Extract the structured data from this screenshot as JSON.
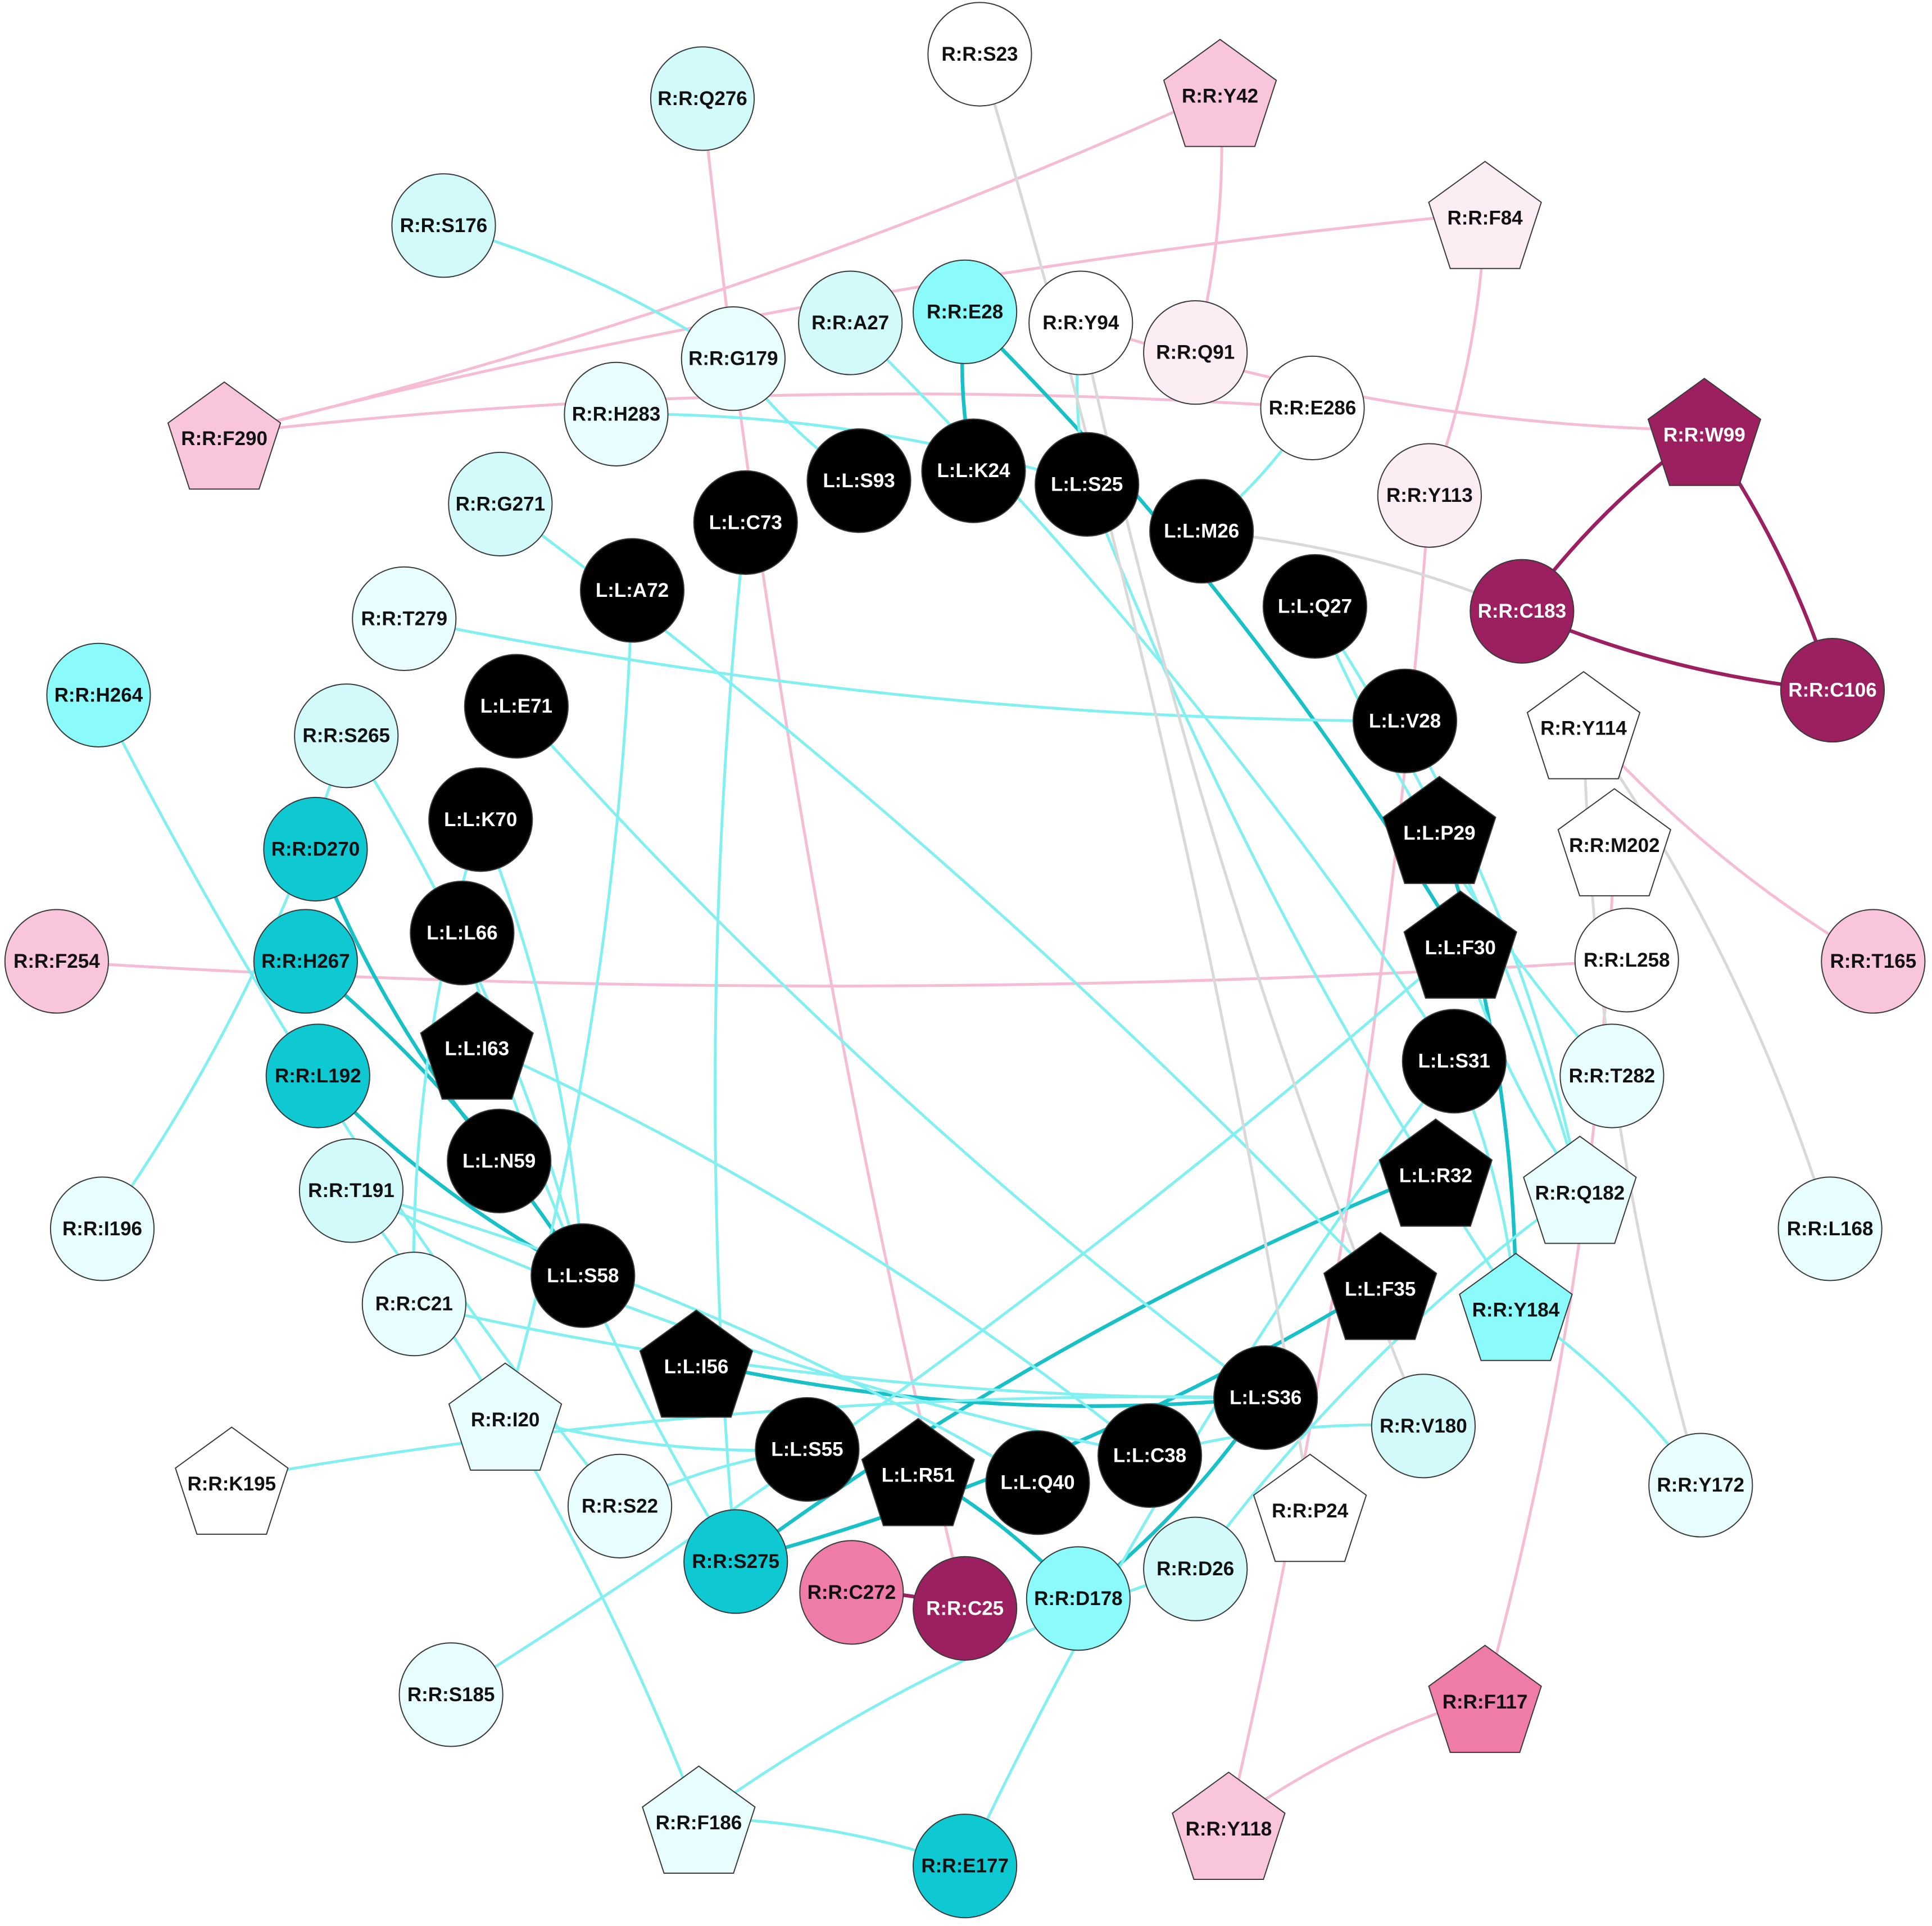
{
  "colors": {
    "ligand": "#000000",
    "white": "#ffffff",
    "cyan_pale": "#e8fdfd",
    "cyan_light": "#d2fafa",
    "cyan": "#8afafa",
    "teal": "#0ec8d2",
    "pink_pale": "#fcecf3",
    "pink_light": "#f9c5dc",
    "pink": "#ee7ba8",
    "magenta": "#9c2060",
    "edge_cyan": "#82f0f0",
    "edge_teal": "#18c0c8",
    "edge_pink": "#f5bcd4",
    "edge_magenta": "#9c2060",
    "edge_gray": "#d9d9d9"
  },
  "nodes": [
    {
      "id": "R:R:S23",
      "shape": "circle",
      "fill": "white"
    },
    {
      "id": "R:R:Y42",
      "shape": "pentagon",
      "fill": "pink_light"
    },
    {
      "id": "R:R:Q276",
      "shape": "circle",
      "fill": "cyan_light"
    },
    {
      "id": "R:R:S176",
      "shape": "circle",
      "fill": "cyan_light"
    },
    {
      "id": "R:R:F84",
      "shape": "pentagon",
      "fill": "pink_pale"
    },
    {
      "id": "R:R:A27",
      "shape": "circle",
      "fill": "cyan_light"
    },
    {
      "id": "R:R:E28",
      "shape": "circle",
      "fill": "cyan"
    },
    {
      "id": "R:R:Y94",
      "shape": "circle",
      "fill": "white"
    },
    {
      "id": "R:R:Q91",
      "shape": "circle",
      "fill": "pink_pale"
    },
    {
      "id": "R:R:G179",
      "shape": "circle",
      "fill": "cyan_pale"
    },
    {
      "id": "R:R:H283",
      "shape": "circle",
      "fill": "cyan_pale"
    },
    {
      "id": "R:R:E286",
      "shape": "circle",
      "fill": "white"
    },
    {
      "id": "R:R:F290",
      "shape": "pentagon",
      "fill": "pink_light"
    },
    {
      "id": "R:R:W99",
      "shape": "pentagon",
      "fill": "magenta"
    },
    {
      "id": "R:R:Y113",
      "shape": "circle",
      "fill": "pink_pale"
    },
    {
      "id": "R:R:G271",
      "shape": "circle",
      "fill": "cyan_light"
    },
    {
      "id": "R:R:C183",
      "shape": "circle",
      "fill": "magenta"
    },
    {
      "id": "R:R:C106",
      "shape": "circle",
      "fill": "magenta"
    },
    {
      "id": "R:R:T279",
      "shape": "circle",
      "fill": "cyan_pale"
    },
    {
      "id": "R:R:H264",
      "shape": "circle",
      "fill": "cyan"
    },
    {
      "id": "R:R:S265",
      "shape": "circle",
      "fill": "cyan_light"
    },
    {
      "id": "R:R:Y114",
      "shape": "pentagon",
      "fill": "white"
    },
    {
      "id": "R:R:M202",
      "shape": "pentagon",
      "fill": "white"
    },
    {
      "id": "R:R:D270",
      "shape": "circle",
      "fill": "teal"
    },
    {
      "id": "R:R:F254",
      "shape": "circle",
      "fill": "pink_light"
    },
    {
      "id": "R:R:H267",
      "shape": "circle",
      "fill": "teal"
    },
    {
      "id": "R:R:L258",
      "shape": "circle",
      "fill": "white"
    },
    {
      "id": "R:R:T165",
      "shape": "circle",
      "fill": "pink_light"
    },
    {
      "id": "R:R:L192",
      "shape": "circle",
      "fill": "teal"
    },
    {
      "id": "R:R:T282",
      "shape": "circle",
      "fill": "cyan_pale"
    },
    {
      "id": "R:R:T191",
      "shape": "circle",
      "fill": "cyan_light"
    },
    {
      "id": "R:R:Q182",
      "shape": "pentagon",
      "fill": "cyan_pale"
    },
    {
      "id": "R:R:I196",
      "shape": "circle",
      "fill": "cyan_pale"
    },
    {
      "id": "R:R:L168",
      "shape": "circle",
      "fill": "cyan_pale"
    },
    {
      "id": "R:R:C21",
      "shape": "circle",
      "fill": "cyan_pale"
    },
    {
      "id": "R:R:Y184",
      "shape": "pentagon",
      "fill": "cyan"
    },
    {
      "id": "R:R:I20",
      "shape": "pentagon",
      "fill": "cyan_pale"
    },
    {
      "id": "R:R:V180",
      "shape": "circle",
      "fill": "cyan_light"
    },
    {
      "id": "R:R:K195",
      "shape": "pentagon",
      "fill": "white"
    },
    {
      "id": "R:R:S22",
      "shape": "circle",
      "fill": "cyan_pale"
    },
    {
      "id": "R:R:Y172",
      "shape": "circle",
      "fill": "cyan_pale"
    },
    {
      "id": "R:R:P24",
      "shape": "pentagon",
      "fill": "white"
    },
    {
      "id": "R:R:S275",
      "shape": "circle",
      "fill": "teal"
    },
    {
      "id": "R:R:C272",
      "shape": "circle",
      "fill": "pink"
    },
    {
      "id": "R:R:C25",
      "shape": "circle",
      "fill": "magenta"
    },
    {
      "id": "R:R:D178",
      "shape": "circle",
      "fill": "cyan"
    },
    {
      "id": "R:R:D26",
      "shape": "circle",
      "fill": "cyan_light"
    },
    {
      "id": "R:R:S185",
      "shape": "circle",
      "fill": "cyan_pale"
    },
    {
      "id": "R:R:F117",
      "shape": "pentagon",
      "fill": "pink"
    },
    {
      "id": "R:R:F186",
      "shape": "pentagon",
      "fill": "cyan_pale"
    },
    {
      "id": "R:R:Y118",
      "shape": "pentagon",
      "fill": "pink_light"
    },
    {
      "id": "R:R:E177",
      "shape": "circle",
      "fill": "teal"
    },
    {
      "id": "L:L:S93",
      "shape": "circle",
      "fill": "ligand"
    },
    {
      "id": "L:L:K24",
      "shape": "circle",
      "fill": "ligand"
    },
    {
      "id": "L:L:S25",
      "shape": "circle",
      "fill": "ligand"
    },
    {
      "id": "L:L:C73",
      "shape": "circle",
      "fill": "ligand"
    },
    {
      "id": "L:L:M26",
      "shape": "circle",
      "fill": "ligand"
    },
    {
      "id": "L:L:A72",
      "shape": "circle",
      "fill": "ligand"
    },
    {
      "id": "L:L:Q27",
      "shape": "circle",
      "fill": "ligand"
    },
    {
      "id": "L:L:E71",
      "shape": "circle",
      "fill": "ligand"
    },
    {
      "id": "L:L:V28",
      "shape": "circle",
      "fill": "ligand"
    },
    {
      "id": "L:L:K70",
      "shape": "circle",
      "fill": "ligand"
    },
    {
      "id": "L:L:P29",
      "shape": "pentagon",
      "fill": "ligand"
    },
    {
      "id": "L:L:L66",
      "shape": "circle",
      "fill": "ligand"
    },
    {
      "id": "L:L:F30",
      "shape": "pentagon",
      "fill": "ligand"
    },
    {
      "id": "L:L:I63",
      "shape": "pentagon",
      "fill": "ligand"
    },
    {
      "id": "L:L:S31",
      "shape": "circle",
      "fill": "ligand"
    },
    {
      "id": "L:L:N59",
      "shape": "circle",
      "fill": "ligand"
    },
    {
      "id": "L:L:R32",
      "shape": "pentagon",
      "fill": "ligand"
    },
    {
      "id": "L:L:S58",
      "shape": "circle",
      "fill": "ligand"
    },
    {
      "id": "L:L:F35",
      "shape": "pentagon",
      "fill": "ligand"
    },
    {
      "id": "L:L:I56",
      "shape": "pentagon",
      "fill": "ligand"
    },
    {
      "id": "L:L:S36",
      "shape": "circle",
      "fill": "ligand"
    },
    {
      "id": "L:L:S55",
      "shape": "circle",
      "fill": "ligand"
    },
    {
      "id": "L:L:R51",
      "shape": "pentagon",
      "fill": "ligand"
    },
    {
      "id": "L:L:Q40",
      "shape": "circle",
      "fill": "ligand"
    },
    {
      "id": "L:L:C38",
      "shape": "circle",
      "fill": "ligand"
    }
  ],
  "edges": [
    {
      "source": "R:R:W99",
      "target": "R:R:C183",
      "color": "edge_magenta"
    },
    {
      "source": "R:R:W99",
      "target": "R:R:C106",
      "color": "edge_magenta"
    },
    {
      "source": "R:R:C183",
      "target": "R:R:C106",
      "color": "edge_magenta"
    },
    {
      "source": "R:R:C272",
      "target": "R:R:C25",
      "color": "edge_magenta"
    },
    {
      "source": "R:R:F117",
      "target": "R:R:Y118",
      "color": "edge_pink"
    },
    {
      "source": "R:R:Y42",
      "target": "R:R:F290",
      "color": "edge_pink"
    },
    {
      "source": "R:R:F84",
      "target": "R:R:F290",
      "color": "edge_pink"
    },
    {
      "source": "R:R:Y42",
      "target": "R:R:Q91",
      "color": "edge_pink"
    },
    {
      "source": "R:R:Y94",
      "target": "R:R:W99",
      "color": "edge_pink"
    },
    {
      "source": "R:R:F290",
      "target": "R:R:E286",
      "color": "edge_pink"
    },
    {
      "source": "R:R:F254",
      "target": "R:R:L258",
      "color": "edge_pink"
    },
    {
      "source": "R:R:F84",
      "target": "R:R:Y113",
      "color": "edge_pink"
    },
    {
      "source": "R:R:Y114",
      "target": "R:R:T165",
      "color": "edge_pink"
    },
    {
      "source": "R:R:M202",
      "target": "R:R:F117",
      "color": "edge_pink"
    },
    {
      "source": "R:R:Q276",
      "target": "R:R:C25",
      "color": "edge_pink"
    },
    {
      "source": "R:R:Y113",
      "target": "R:R:Y118",
      "color": "edge_pink"
    },
    {
      "source": "R:R:E28",
      "target": "L:L:K24",
      "color": "edge_teal"
    },
    {
      "source": "R:R:E28",
      "target": "L:L:F30",
      "color": "edge_teal"
    },
    {
      "source": "R:R:D270",
      "target": "L:L:N59",
      "color": "edge_teal"
    },
    {
      "source": "R:R:H267",
      "target": "L:L:S58",
      "color": "edge_teal"
    },
    {
      "source": "R:R:L192",
      "target": "L:L:S58",
      "color": "edge_teal"
    },
    {
      "source": "L:L:P29",
      "target": "R:R:Y184",
      "color": "edge_teal"
    },
    {
      "source": "L:L:I56",
      "target": "L:L:S36",
      "color": "edge_teal"
    },
    {
      "source": "L:L:F35",
      "target": "R:R:S275",
      "color": "edge_teal"
    },
    {
      "source": "L:L:R32",
      "target": "R:R:S275",
      "color": "edge_teal"
    },
    {
      "source": "L:L:R51",
      "target": "R:R:D178",
      "color": "edge_teal"
    },
    {
      "source": "R:R:D178",
      "target": "L:L:S36",
      "color": "edge_teal"
    },
    {
      "source": "R:R:H283",
      "target": "L:L:S25",
      "color": "edge_cyan"
    },
    {
      "source": "R:R:G179",
      "target": "L:L:S93",
      "color": "edge_cyan"
    },
    {
      "source": "R:R:A27",
      "target": "L:L:S31",
      "color": "edge_cyan"
    },
    {
      "source": "R:R:T279",
      "target": "L:L:V28",
      "color": "edge_cyan"
    },
    {
      "source": "R:R:G271",
      "target": "L:L:F35",
      "color": "edge_cyan"
    },
    {
      "source": "R:R:H264",
      "target": "R:R:S22",
      "color": "edge_cyan"
    },
    {
      "source": "R:R:S265",
      "target": "L:L:S58",
      "color": "edge_cyan"
    },
    {
      "source": "L:L:C73",
      "target": "R:R:S275",
      "color": "edge_cyan"
    },
    {
      "source": "L:L:A72",
      "target": "R:R:I20",
      "color": "edge_cyan"
    },
    {
      "source": "L:L:M26",
      "target": "R:R:E286",
      "color": "edge_cyan"
    },
    {
      "source": "L:L:S25",
      "target": "R:R:Y94",
      "color": "edge_cyan"
    },
    {
      "source": "L:L:S25",
      "target": "R:R:Y184",
      "color": "edge_cyan"
    },
    {
      "source": "L:L:Q27",
      "target": "R:R:Q182",
      "color": "edge_cyan"
    },
    {
      "source": "L:L:Q27",
      "target": "R:R:T282",
      "color": "edge_cyan"
    },
    {
      "source": "L:L:V28",
      "target": "R:R:Q182",
      "color": "edge_cyan"
    },
    {
      "source": "L:L:F30",
      "target": "R:R:Q182",
      "color": "edge_cyan"
    },
    {
      "source": "L:L:S31",
      "target": "R:R:Y184",
      "color": "edge_cyan"
    },
    {
      "source": "R:R:V180",
      "target": "L:L:C38",
      "color": "edge_cyan"
    },
    {
      "source": "R:R:Y184",
      "target": "R:R:Y172",
      "color": "edge_cyan"
    },
    {
      "source": "R:R:T191",
      "target": "L:L:C38",
      "color": "edge_cyan"
    },
    {
      "source": "R:R:T191",
      "target": "L:L:Q40",
      "color": "edge_cyan"
    },
    {
      "source": "R:R:C21",
      "target": "L:L:S36",
      "color": "edge_cyan"
    },
    {
      "source": "R:R:C21",
      "target": "L:L:K70",
      "color": "edge_cyan"
    },
    {
      "source": "R:R:I20",
      "target": "L:L:S55",
      "color": "edge_cyan"
    },
    {
      "source": "L:L:K70",
      "target": "L:L:S58",
      "color": "edge_cyan"
    },
    {
      "source": "L:L:L66",
      "target": "R:R:S275",
      "color": "edge_cyan"
    },
    {
      "source": "L:L:I63",
      "target": "L:L:C38",
      "color": "edge_cyan"
    },
    {
      "source": "L:L:E71",
      "target": "L:L:S36",
      "color": "edge_cyan"
    },
    {
      "source": "R:R:S22",
      "target": "L:L:S55",
      "color": "edge_cyan"
    },
    {
      "source": "R:R:D26",
      "target": "R:R:F186",
      "color": "edge_cyan"
    },
    {
      "source": "R:R:D26",
      "target": "R:R:Q182",
      "color": "edge_cyan"
    },
    {
      "source": "R:R:E177",
      "target": "R:R:F186",
      "color": "edge_cyan"
    },
    {
      "source": "R:R:E177",
      "target": "L:L:S31",
      "color": "edge_cyan"
    },
    {
      "source": "R:R:S185",
      "target": "L:L:F30",
      "color": "edge_cyan"
    },
    {
      "source": "R:R:S176",
      "target": "R:R:G179",
      "color": "edge_cyan"
    },
    {
      "source": "R:R:I196",
      "target": "R:R:S265",
      "color": "edge_cyan"
    },
    {
      "source": "R:R:K195",
      "target": "L:L:S36",
      "color": "edge_cyan"
    },
    {
      "source": "R:R:F186",
      "target": "R:R:T191",
      "color": "edge_cyan"
    },
    {
      "source": "R:R:S23",
      "target": "R:R:P24",
      "color": "edge_gray"
    },
    {
      "source": "R:R:Y94",
      "target": "R:R:V180",
      "color": "edge_gray"
    },
    {
      "source": "L:L:M26",
      "target": "R:R:C183",
      "color": "edge_gray"
    },
    {
      "source": "R:R:Y114",
      "target": "R:R:Y172",
      "color": "edge_gray"
    },
    {
      "source": "R:R:Y114",
      "target": "R:R:L168",
      "color": "edge_gray"
    }
  ]
}
